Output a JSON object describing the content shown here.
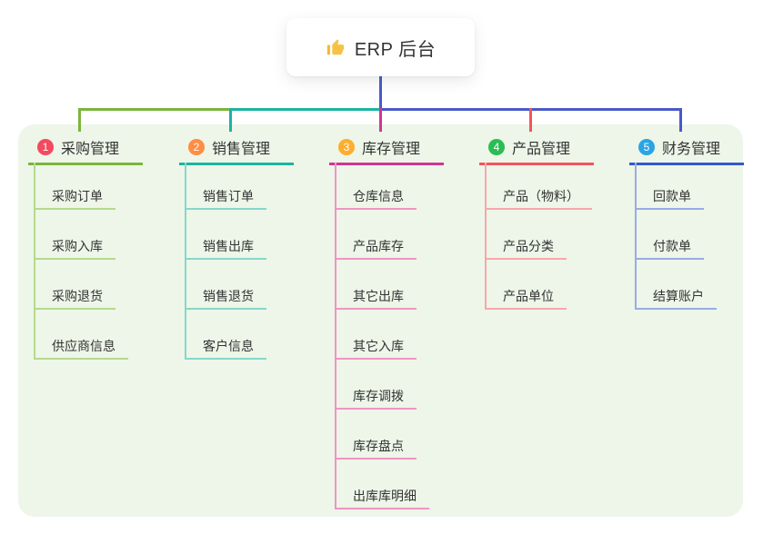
{
  "root": {
    "label": "ERP 后台",
    "icon": "thumbs-up-icon"
  },
  "canvas": {
    "panel_color": "#edf6e8",
    "connector_color": "#4a59c8",
    "text_color": "#333333"
  },
  "branches": [
    {
      "badge": "1",
      "title": "采购管理",
      "color": "#7bb53c",
      "light_color": "#b5da8d",
      "badge_color": "#f4495f",
      "children": [
        "采购订单",
        "采购入库",
        "采购退货",
        "供应商信息"
      ]
    },
    {
      "badge": "2",
      "title": "销售管理",
      "color": "#1cb3a2",
      "light_color": "#86d7cb",
      "badge_color": "#ff8d43",
      "children": [
        "销售订单",
        "销售出库",
        "销售退货",
        "客户信息"
      ]
    },
    {
      "badge": "3",
      "title": "库存管理",
      "color": "#cf3692",
      "light_color": "#f095c4",
      "badge_color": "#fdae2e",
      "children": [
        "仓库信息",
        "产品库存",
        "其它出库",
        "其它入库",
        "库存调拨",
        "库存盘点",
        "出库库明细"
      ]
    },
    {
      "badge": "4",
      "title": "产品管理",
      "color": "#f2545e",
      "light_color": "#f7a7ac",
      "badge_color": "#2abd55",
      "children": [
        "产品（物料）",
        "产品分类",
        "产品单位"
      ]
    },
    {
      "badge": "5",
      "title": "财务管理",
      "color": "#3458d0",
      "light_color": "#9aabe7",
      "badge_color": "#2ba4e5",
      "children": [
        "回款单",
        "付款单",
        "结算账户"
      ]
    }
  ]
}
